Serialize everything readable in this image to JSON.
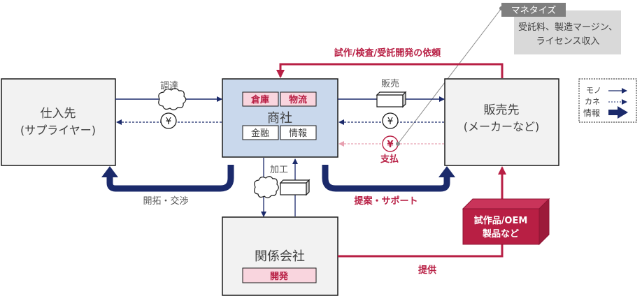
{
  "colors": {
    "navy": "#1b2a6b",
    "crimson": "#b81f44",
    "pink_fill": "#f9d5de",
    "pink_dash": "#e8a0b0",
    "light_blue": "#c9d8ec",
    "light_gray": "#f2f2f2",
    "note_gray": "#d9d9d9",
    "tag_gray": "#7f7f7f"
  },
  "nodes": {
    "supplier": {
      "line1": "仕入先",
      "line2": "(サプライヤー)"
    },
    "trading_company": {
      "label": "商社",
      "top_functions": [
        "倉庫",
        "物流"
      ],
      "bottom_functions": [
        "金融",
        "情報"
      ]
    },
    "customer": {
      "line1": "販売先",
      "line2": "(メーカーなど)"
    },
    "affiliate": {
      "label": "関係会社",
      "function": "開発"
    }
  },
  "flows": {
    "procurement": "調達",
    "sales": "販売",
    "processing": "加工",
    "payment": "支払",
    "development_request": "試作/検査/受託開発の依頼",
    "business_development": "開拓・交渉",
    "proposal_support": "提案・サポート",
    "supply": "提供",
    "yen_symbol": "¥"
  },
  "product_box": {
    "line1": "試作品/OEM",
    "line2": "製品など"
  },
  "monetize": {
    "tag": "マネタイズ",
    "line1": "受託料、製造マージン、",
    "line2": "ライセンス収入"
  },
  "legend": {
    "items": [
      {
        "label": "モノ",
        "style": "solid-thin"
      },
      {
        "label": "カネ",
        "style": "dashed"
      },
      {
        "label": "情報",
        "style": "bold-arrow"
      }
    ]
  }
}
